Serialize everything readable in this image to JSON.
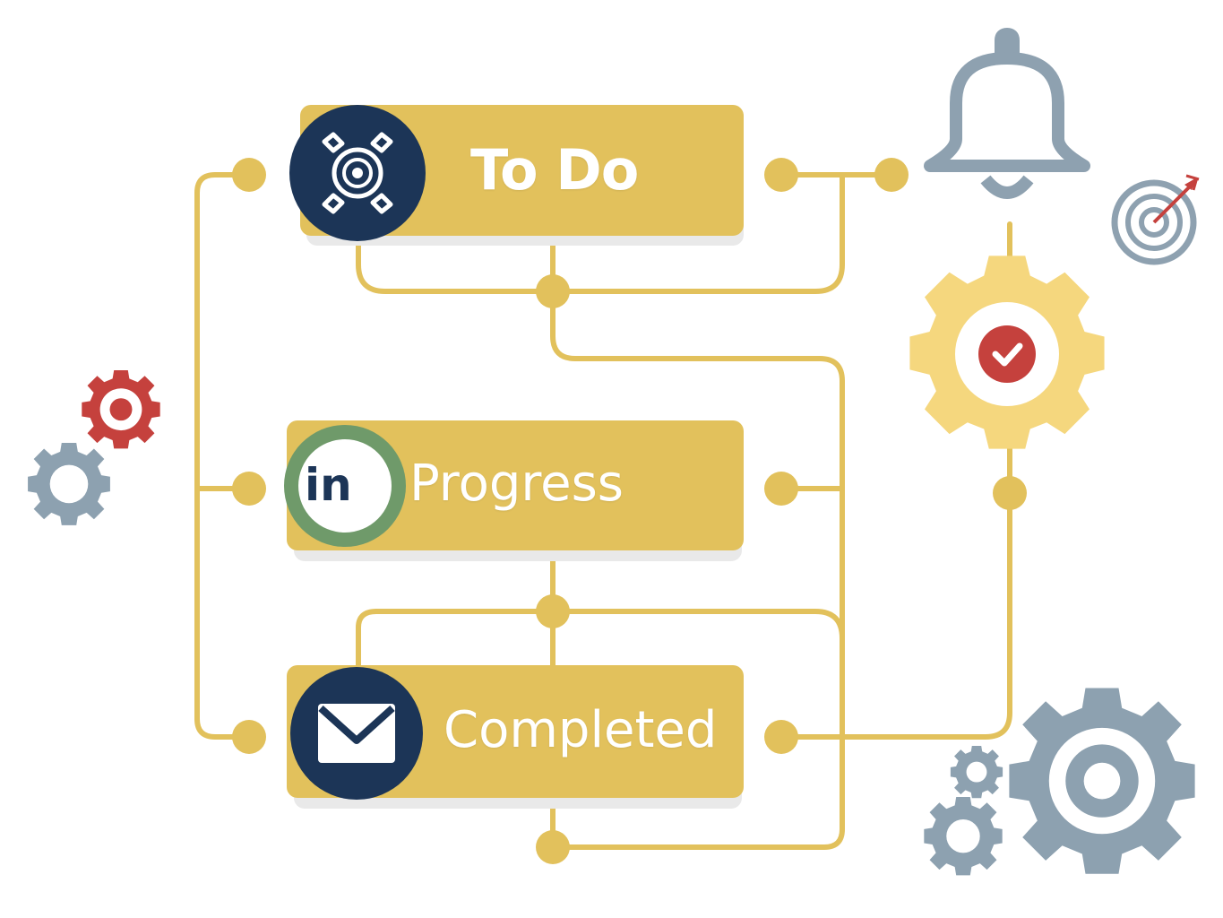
{
  "stages": [
    {
      "id": "todo",
      "label": "To Do",
      "icon": "target-dial-icon"
    },
    {
      "id": "progress",
      "label": "Progress",
      "icon": "in-badge-icon",
      "badge_text": "in"
    },
    {
      "id": "completed",
      "label": "Completed",
      "icon": "envelope-icon"
    }
  ],
  "decorations": [
    "bell-icon",
    "target-arrow-icon",
    "gear-checkmark-icon",
    "gear-cluster-left",
    "gear-cluster-bottom-right"
  ],
  "colors": {
    "card": "#e2c15c",
    "connector": "#e2c15c",
    "navy": "#1c3557",
    "green_ring": "#6f9a6a",
    "slate": "#8da1b0",
    "red": "#c5413d",
    "gear_yellow": "#f5d77e"
  }
}
